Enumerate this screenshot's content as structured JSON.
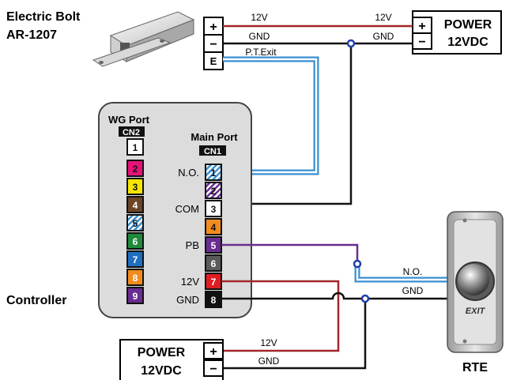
{
  "bolt": {
    "name": "Electric Bolt",
    "model": "AR-1207"
  },
  "power_top": {
    "line1": "POWER",
    "line2": "12VDC",
    "plus": "+",
    "minus": "−"
  },
  "power_bottom": {
    "line1": "POWER",
    "line2": "12VDC",
    "plus": "+",
    "minus": "−"
  },
  "bolt_terminals": {
    "plus": "+",
    "minus": "−",
    "e": "E"
  },
  "wire_labels": {
    "top_12v_left": "12V",
    "top_12v_right": "12V",
    "top_gnd_left": "GND",
    "top_gnd_right": "GND",
    "pt_exit": "P.T.Exit",
    "rte_no": "N.O.",
    "rte_gnd": "GND",
    "bottom_12v": "12V",
    "bottom_gnd": "GND"
  },
  "controller": {
    "label": "Controller",
    "wg_port": "WG Port",
    "wg_cn": "CN2",
    "main_port": "Main Port",
    "main_cn": "CN1",
    "wg_pins": [
      "1",
      "2",
      "3",
      "4",
      "5",
      "6",
      "7",
      "8",
      "9"
    ],
    "main_pins": [
      "1",
      "2",
      "3",
      "4",
      "5",
      "6",
      "7",
      "8"
    ],
    "main_labels": {
      "p1": "N.O.",
      "p3": "COM",
      "p5": "PB",
      "p7": "12V",
      "p8": "GND"
    }
  },
  "rte": {
    "label": "RTE",
    "exit_text": "EXIT"
  },
  "colors": {
    "red_wire": "#a3262a",
    "black_wire": "#111111",
    "blue_wire": "#3a8fd0",
    "purple_wire": "#6a2c91",
    "panel": "#dcdcdc",
    "junction": "#1f3fa8"
  }
}
